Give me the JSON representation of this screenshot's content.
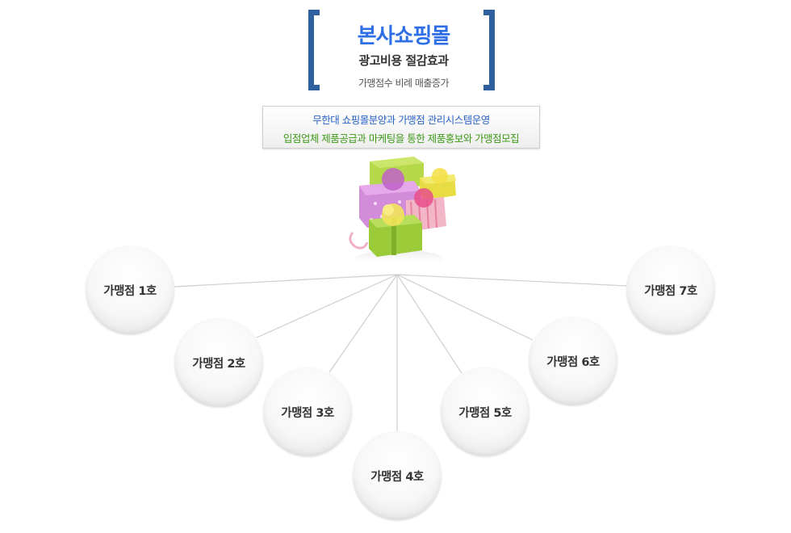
{
  "header": {
    "title": "본사쇼핑몰",
    "subtitle": "광고비용 절감효과",
    "subtitle2": "가맹점수 비례 매출증가"
  },
  "info": {
    "line1": "무한대 쇼핑몰분양과 가맹점 관리시스템운영",
    "line2": "입점업체 제품공급과 마케팅을 통한 제품홍보와 가맹점모집"
  },
  "branches": [
    {
      "label": "가맹점 1호"
    },
    {
      "label": "가맹점 2호"
    },
    {
      "label": "가맹점 3호"
    },
    {
      "label": "가맹점 4호"
    },
    {
      "label": "가맹점 5호"
    },
    {
      "label": "가맹점 6호"
    },
    {
      "label": "가맹점 7호"
    }
  ],
  "colors": {
    "bracket": "#2f5f9e",
    "title": "#2f6fe6",
    "info_line1": "#2a63c7",
    "info_line2": "#3f9a1a"
  }
}
